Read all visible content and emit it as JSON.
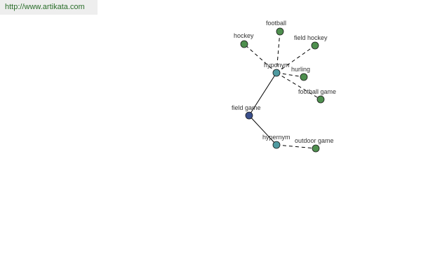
{
  "header": {
    "url_text": "http://www.artikata.com"
  },
  "colors": {
    "root_node": "#3a4f8c",
    "relation_node": "#4f9aa0",
    "leaf_node": "#4e8f4e",
    "edge": "#000000",
    "url_text": "#2a6e2a",
    "url_background": "#eeeeee"
  },
  "graph": {
    "nodes": [
      {
        "id": "field-game",
        "label": "field game",
        "kind": "root"
      },
      {
        "id": "hyponym",
        "label": "hyponym",
        "kind": "relation"
      },
      {
        "id": "hypernym",
        "label": "hypernym",
        "kind": "relation"
      },
      {
        "id": "hockey",
        "label": "hockey",
        "kind": "leaf"
      },
      {
        "id": "football",
        "label": "football",
        "kind": "leaf"
      },
      {
        "id": "field-hockey",
        "label": "field hockey",
        "kind": "leaf"
      },
      {
        "id": "hurling",
        "label": "hurling",
        "kind": "leaf"
      },
      {
        "id": "football-game",
        "label": "football game",
        "kind": "leaf"
      },
      {
        "id": "outdoor-game",
        "label": "outdoor game",
        "kind": "leaf"
      }
    ],
    "edges": [
      {
        "from": "field-game",
        "to": "hyponym",
        "style": "solid"
      },
      {
        "from": "field-game",
        "to": "hypernym",
        "style": "solid"
      },
      {
        "from": "hyponym",
        "to": "hockey",
        "style": "dashed"
      },
      {
        "from": "hyponym",
        "to": "football",
        "style": "dashed"
      },
      {
        "from": "hyponym",
        "to": "field-hockey",
        "style": "dashed"
      },
      {
        "from": "hyponym",
        "to": "hurling",
        "style": "dashed"
      },
      {
        "from": "hyponym",
        "to": "football-game",
        "style": "dashed"
      },
      {
        "from": "hypernym",
        "to": "outdoor-game",
        "style": "dashed"
      }
    ]
  }
}
